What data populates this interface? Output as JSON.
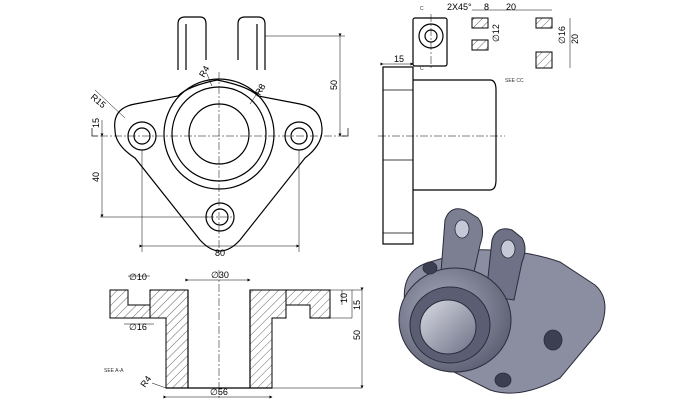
{
  "dimensions": {
    "r15": "R15",
    "r4_top": "R4",
    "r8": "R8",
    "d50_top": "50",
    "d15_left": "15",
    "d40": "40",
    "d80": "80",
    "chamfer": "2X45°",
    "d8": "8",
    "d20_top": "20",
    "d15_side": "15",
    "phi12": "∅12",
    "phi16_side": "∅16",
    "d20_side": "20",
    "phi10": "∅10",
    "phi30": "∅30",
    "phi16": "∅16",
    "d10": "10",
    "d15_sec": "15",
    "d50_sec": "50",
    "r4_sec": "R4",
    "phi56": "∅56"
  },
  "section_labels": {
    "c_top": "C",
    "c_bottom": "C",
    "view_cc": "SEE CC",
    "view_aa": "SEE A-A"
  },
  "colors": {
    "line": "#000000",
    "iso_body": "#7c7f92",
    "iso_dark": "#3c3f52",
    "iso_light": "#c5c8d6"
  }
}
